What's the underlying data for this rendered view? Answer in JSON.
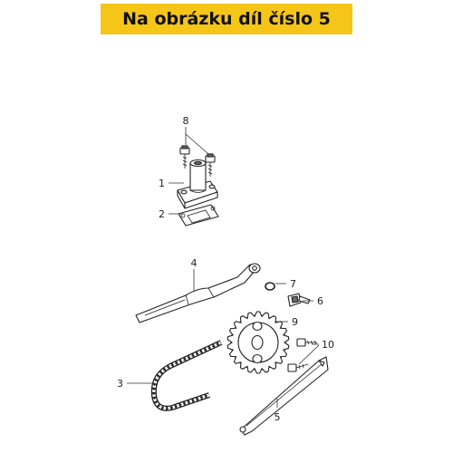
{
  "banner": {
    "text": "Na obrázku díl číslo 5",
    "color": "#f5c518"
  },
  "callouts": [
    {
      "id": "8",
      "label": "8"
    },
    {
      "id": "1",
      "label": "1"
    },
    {
      "id": "2",
      "label": "2"
    },
    {
      "id": "4",
      "label": "4"
    },
    {
      "id": "7",
      "label": "7"
    },
    {
      "id": "6",
      "label": "6"
    },
    {
      "id": "9",
      "label": "9"
    },
    {
      "id": "10",
      "label": "10"
    },
    {
      "id": "3",
      "label": "3"
    },
    {
      "id": "5",
      "label": "5"
    }
  ]
}
